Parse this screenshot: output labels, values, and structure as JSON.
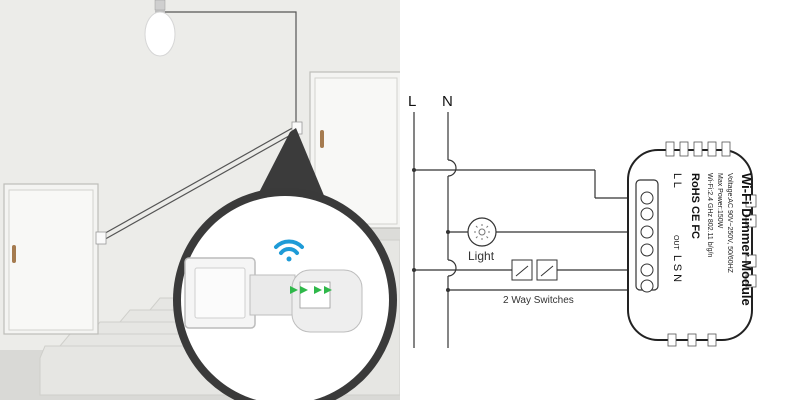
{
  "schematic": {
    "line_label_L": "L",
    "line_label_N": "N",
    "light_label": "Light",
    "switches_label": "2 Way Switches",
    "module": {
      "title": "Wi-Fi Dimmer Module",
      "voltage": "Voltage:AC 90V~250V, 50/60HZ",
      "max_power": "Max Power:150W",
      "wifi": "Wi-Fi:2.4 GHz  802.11 b/g/n",
      "marks": "RoHS  CE  FC",
      "terminals_top": "L  L",
      "terminals_side": "L  S  N",
      "terminal_sub": "OUT"
    }
  },
  "colors": {
    "wall": "#ececea",
    "floor": "#e2e2e0",
    "wire": "#444444",
    "wifi": "#1e9bd7",
    "signal": "#2fb84a",
    "door": "#f3f3f1",
    "handle": "#a57b4f"
  }
}
